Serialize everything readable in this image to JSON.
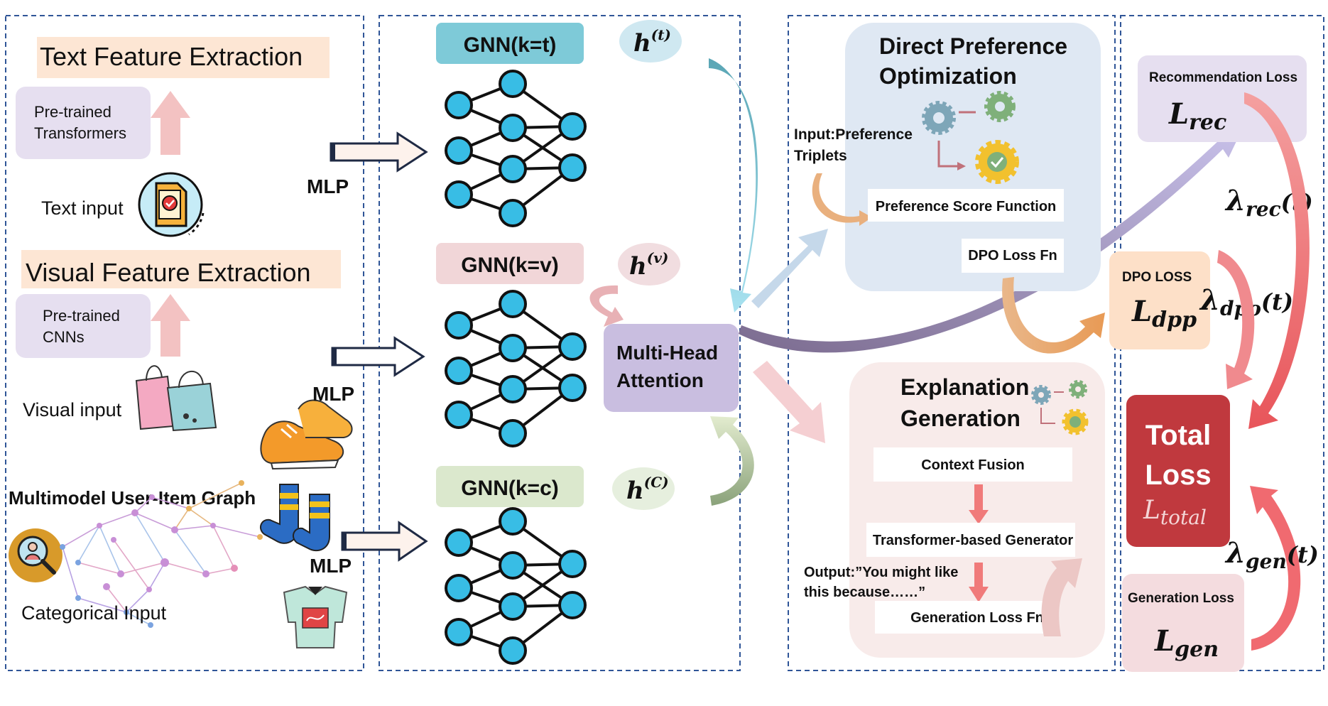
{
  "panels": {
    "input": {
      "text_feature_title": "Text Feature Extraction",
      "text_model": [
        "Pre-trained",
        "Transformers"
      ],
      "text_input_label": "Text input",
      "visual_feature_title": "Visual Feature Extraction",
      "visual_model": [
        "Pre-trained",
        "CNNs"
      ],
      "visual_input_label": "Visual input",
      "graph_title": "Multimodel User-Item Graph",
      "categorical_input_label": "Categorical Input"
    },
    "gnn": {
      "mlp_label": "MLP",
      "branches": [
        {
          "label": "GNN(k=t)",
          "h_symbol": "h",
          "h_sup": "(t)",
          "color": "#7ecad8",
          "h_color": "#cfe8f1"
        },
        {
          "label": "GNN(k=v)",
          "h_symbol": "h",
          "h_sup": "(v)",
          "color": "#f1d6d8",
          "h_color": "#f1dde0"
        },
        {
          "label": "GNN(k=c)",
          "h_symbol": "h",
          "h_sup": "(C)",
          "color": "#dbe8cd",
          "h_color": "#e6efde"
        }
      ],
      "attention": [
        "Multi-Head",
        "Attention"
      ],
      "attention_color": "#c9bee0"
    },
    "dpo": {
      "title": [
        "Direct Preference",
        "Optimization"
      ],
      "input_label": [
        "Input:Preference",
        "Triplets"
      ],
      "score_fn": "Preference Score Function",
      "loss_fn": "DPO Loss Fn",
      "bg_color": "#dfe8f3"
    },
    "explanation": {
      "title": [
        "Explanation",
        "Generation"
      ],
      "context": "Context Fusion",
      "generator": "Transformer-based Generator",
      "output_label": [
        "Output:”You might like",
        "this because……”"
      ],
      "loss_fn": "Generation Loss Fn",
      "bg_color": "#f8ebea"
    },
    "loss": {
      "rec_title": "Recommendation Loss",
      "rec_symbol": "L",
      "rec_sub": "rec",
      "lambda_rec": "λ",
      "lambda_rec_sub": "rec",
      "lambda_rec_arg": "(t)",
      "dpo_title": "DPO  LOSS",
      "dpo_symbol": "L",
      "dpo_sub": "dpp",
      "lambda_dpo": "λ",
      "lambda_dpo_sub": "dpo",
      "lambda_dpo_arg": "(t)",
      "total": [
        "Total",
        "Loss"
      ],
      "total_symbol": "L",
      "total_sub": "total",
      "lambda_gen": "λ",
      "lambda_gen_sub": "gen",
      "lambda_gen_arg": "(t)",
      "gen_title": "Generation Loss",
      "gen_symbol": "L",
      "gen_sub": "gen",
      "total_color": "#c0393e"
    }
  }
}
